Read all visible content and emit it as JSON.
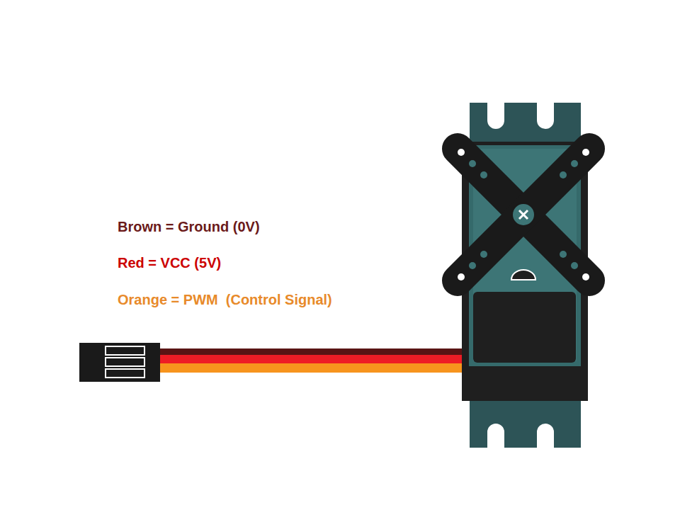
{
  "diagram": {
    "labels": [
      "Brown = Ground (0V)",
      "Red = VCC (5V)",
      "Orange = PWM  (Control Signal)"
    ]
  }
}
